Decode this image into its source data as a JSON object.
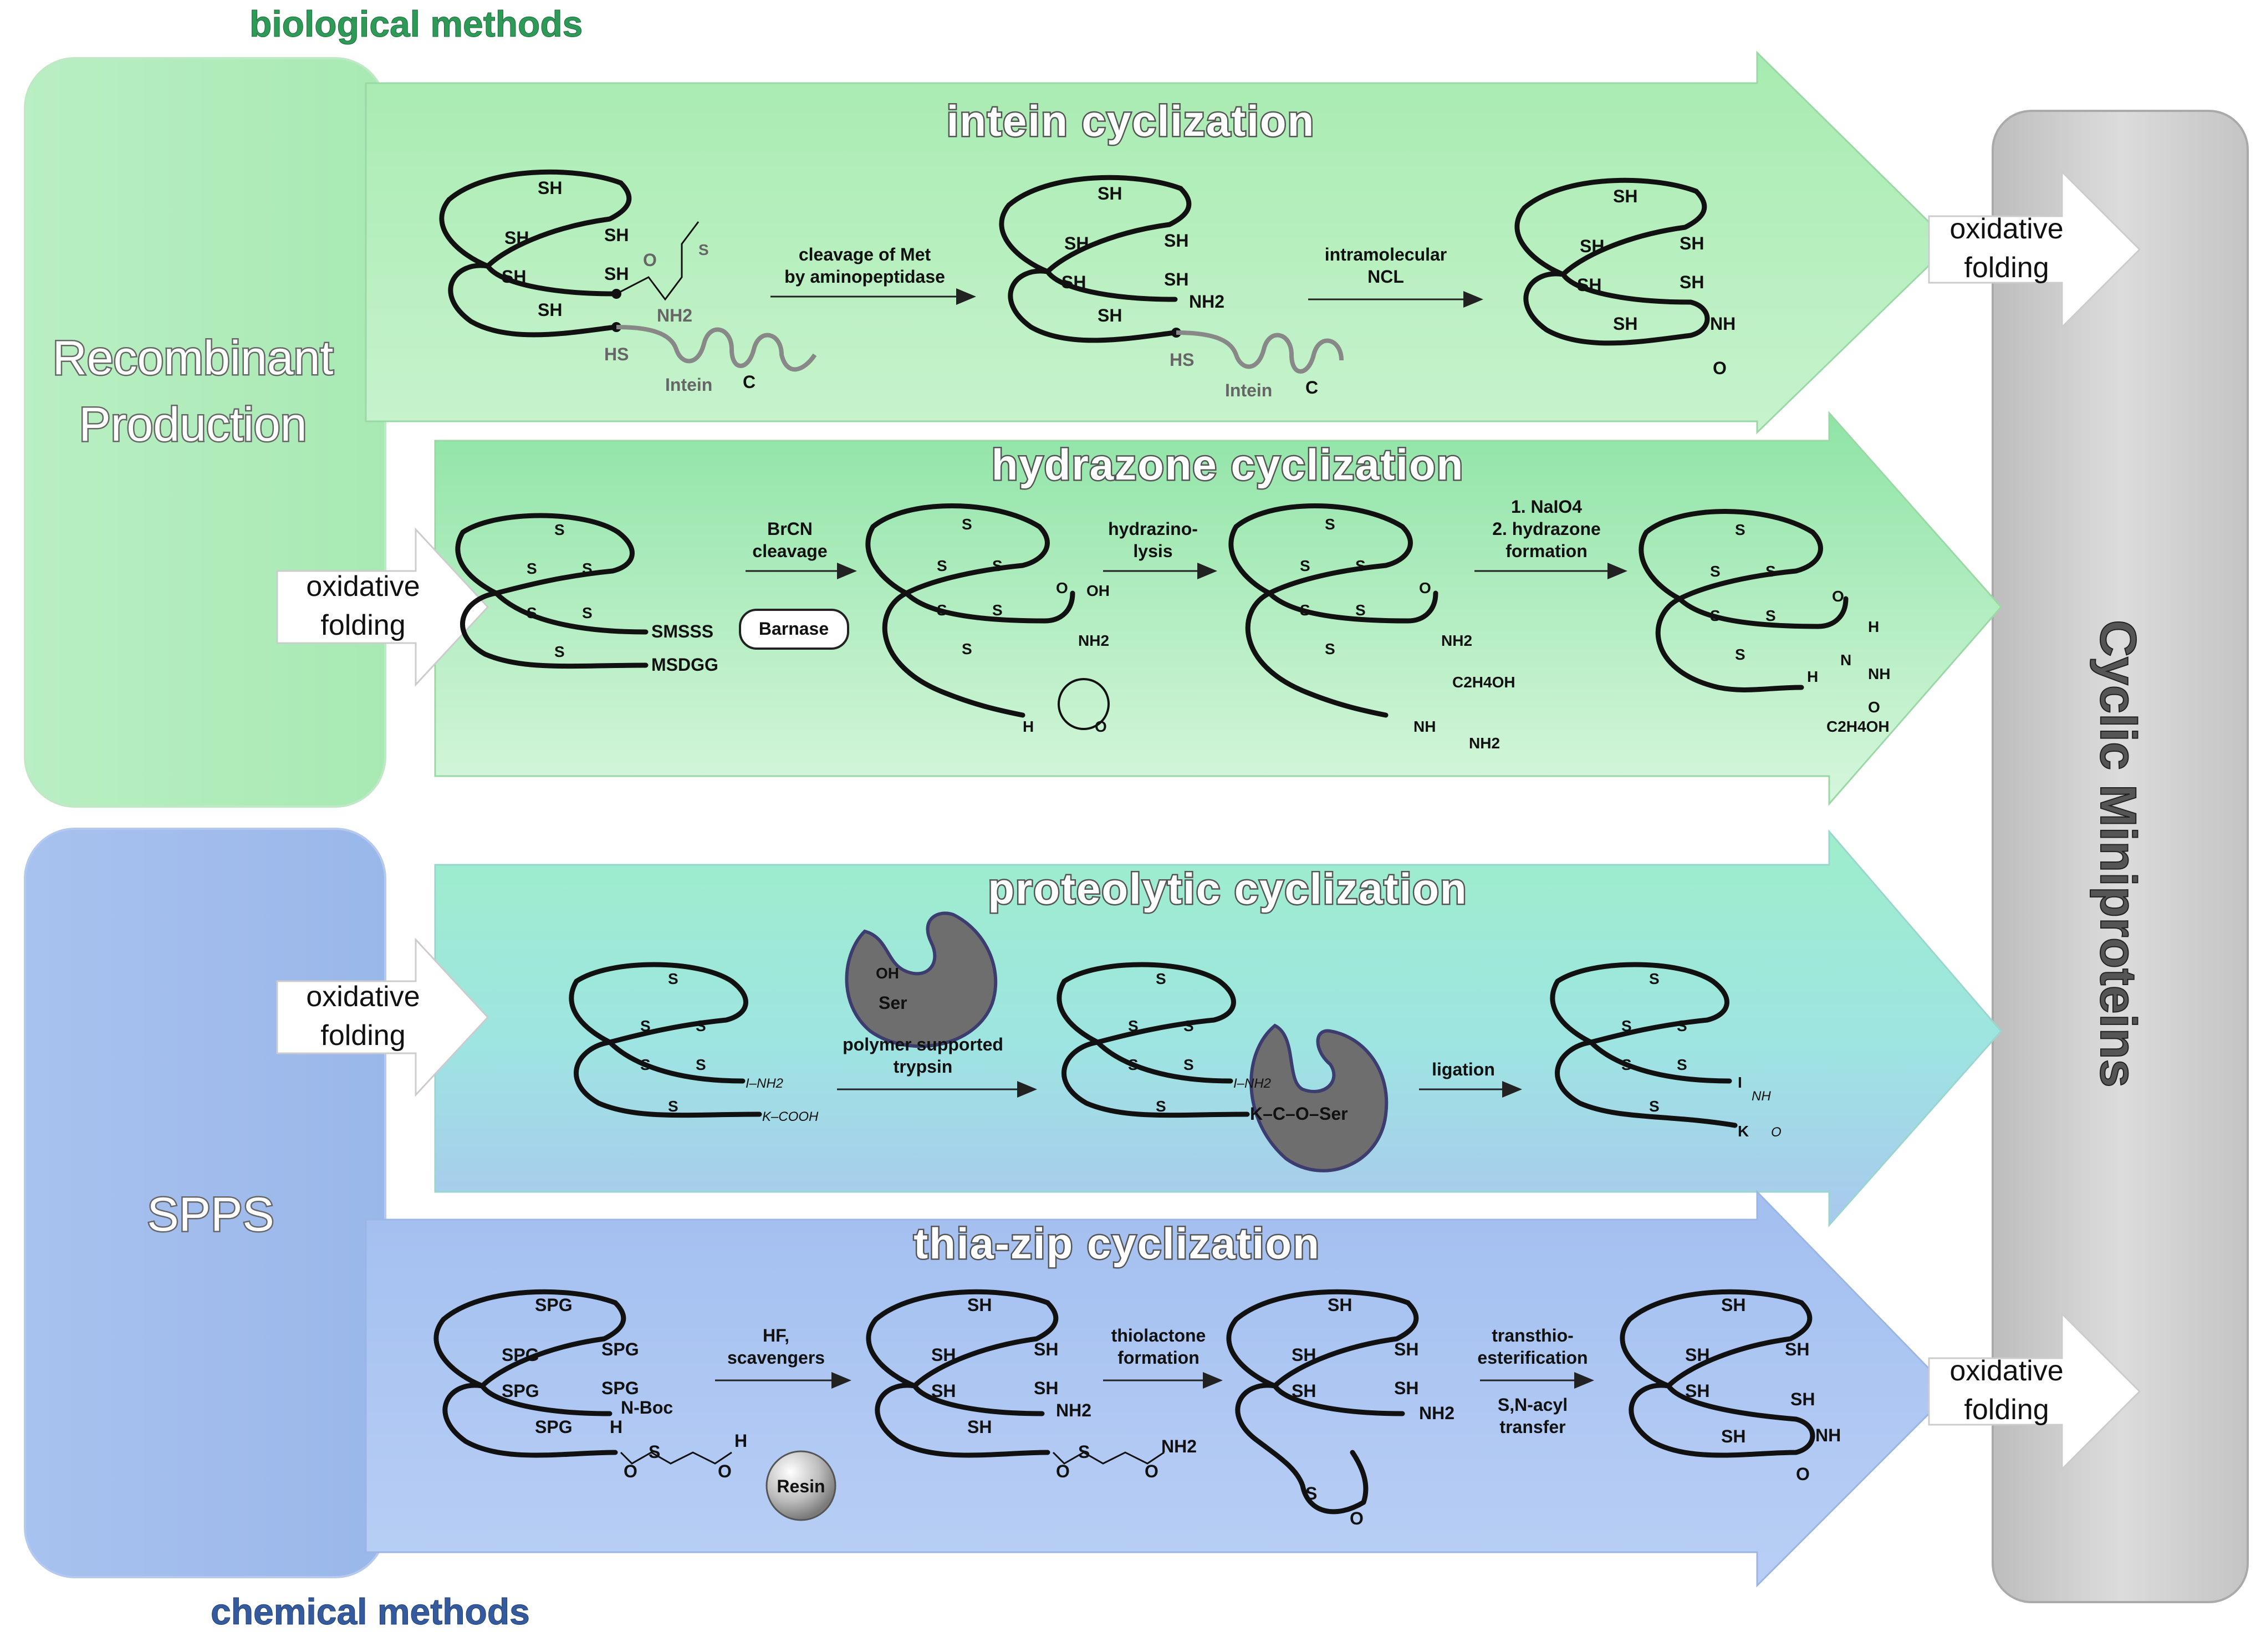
{
  "headers": {
    "biological": "biological methods",
    "chemical": "chemical methods"
  },
  "boxes": {
    "recombinant_line1": "Recombinant",
    "recombinant_line2": "Production",
    "spps": "SPPS",
    "cyclic": "Cyclic Miniproteins"
  },
  "rows": {
    "intein": {
      "title": "intein cyclization",
      "step1_line1": "cleavage of Met",
      "step1_line2": "by aminopeptidase",
      "step2_line1": "intramolecular",
      "step2_line2": "NCL",
      "intein_label": "Intein",
      "c_label": "C",
      "hs_label": "HS"
    },
    "hydrazone": {
      "title": "hydrazone cyclization",
      "step1_line1": "BrCN",
      "step1_line2": "cleavage",
      "step2_line1": "hydrazino-",
      "step2_line2": "lysis",
      "step3_line1": "1. NaIO4",
      "step3_line2": "2. hydrazone",
      "step3_line3": "formation",
      "barnase": "Barnase",
      "smsss": "SMSSS",
      "msdgg": "MSDGG"
    },
    "proteolytic": {
      "title": "proteolytic cyclization",
      "step1_line1": "polymer supported",
      "step1_line2": "trypsin",
      "step2": "ligation",
      "ser": "Ser",
      "oh": "OH"
    },
    "thiazip": {
      "title": "thia-zip cyclization",
      "step1_line1": "HF,",
      "step1_line2": "scavengers",
      "step2_line1": "thiolactone",
      "step2_line2": "formation",
      "step3_line1": "transthio-",
      "step3_line2": "esterification",
      "step3_line3": "S,N-acyl",
      "step3_line4": "transfer",
      "resin": "Resin",
      "nboc": "N-Boc"
    }
  },
  "folding": {
    "line1": "oxidative",
    "line2": "folding"
  },
  "chem_labels": {
    "sh": "SH",
    "s": "S",
    "spg": "SPG",
    "nh2": "NH2",
    "nh": "NH",
    "o": "O",
    "h": "H",
    "n": "N",
    "i_nh2": "I–NH2",
    "k_cooh": "K–COOH",
    "c2h4oh": "C2H4OH"
  },
  "colors": {
    "green_light": "#c6f2cc",
    "green_dark": "#9fe6a8",
    "teal": "#9fe8e0",
    "blue_light": "#b7cdf3",
    "blue_dark": "#9bb8ec",
    "grey_box": "#cfcfcf",
    "bio_header": "#2e9a57",
    "chem_header": "#355b9e"
  }
}
